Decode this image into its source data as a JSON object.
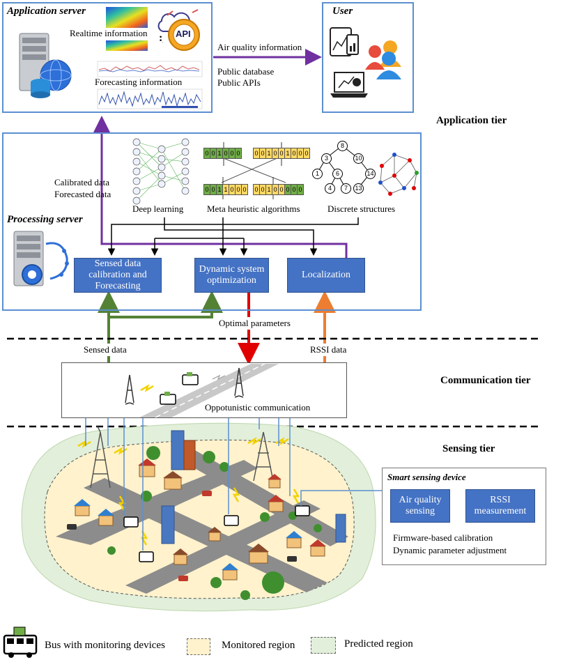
{
  "application_server": {
    "title": "Application server",
    "realtime_label": "Realtime information",
    "forecasting_label": "Forecasting information",
    "api_label": "API"
  },
  "user": {
    "title": "User"
  },
  "links": {
    "air_quality": "Air quality information",
    "public_db": "Public database",
    "public_apis": "Public APIs",
    "calibrated": "Calibrated data",
    "forecasted": "Forecasted data",
    "optimal": "Optimal parameters",
    "sensed": "Sensed data",
    "rssi": "RSSI data"
  },
  "tiers": {
    "application": "Application  tier",
    "communication": "Communication  tier",
    "sensing": "Sensing tier"
  },
  "processing_server": {
    "title": "Processing server",
    "deep_learning": "Deep learning",
    "meta_heuristic": "Meta heuristic algorithms",
    "discrete": "Discrete structures",
    "btn_calibration": "Sensed data calibration and Forecasting",
    "btn_optimization": "Dynamic system optimization",
    "btn_localization": "Localization",
    "chrom1": [
      "0",
      "0",
      "1",
      "0",
      "0",
      "0"
    ],
    "chrom2": [
      "0",
      "0",
      "1",
      "0",
      "0",
      "1",
      "0",
      "0",
      "0"
    ],
    "chrom3": [
      "0",
      "0",
      "1",
      "1",
      "0",
      "0",
      "0"
    ],
    "chrom4": [
      "0",
      "0",
      "1",
      "0",
      "0",
      "0",
      "0",
      "0"
    ],
    "tree_nodes": [
      "8",
      "3",
      "10",
      "1",
      "6",
      "14",
      "4",
      "7",
      "13"
    ]
  },
  "communication": {
    "label": "Oppotunistic communication"
  },
  "smart_device": {
    "title": "Smart sensing device",
    "btn_air": "Air quality sensing",
    "btn_rssi": "RSSI measurement",
    "feature1": "Firmware-based calibration",
    "feature2": "Dynamic parameter adjustment"
  },
  "legend": {
    "bus": "Bus with monitoring devices",
    "monitored": "Monitored region",
    "predicted": "Predicted region"
  },
  "colors": {
    "border_blue": "#5b8fd1",
    "button_blue": "#4472c4",
    "purple_arrow": "#7030a0",
    "green_arrow": "#548235",
    "red_arrow": "#e00000",
    "orange_arrow": "#ed7d31",
    "predicted_fill": "#e2efda",
    "monitored_fill": "#fff2cc"
  }
}
